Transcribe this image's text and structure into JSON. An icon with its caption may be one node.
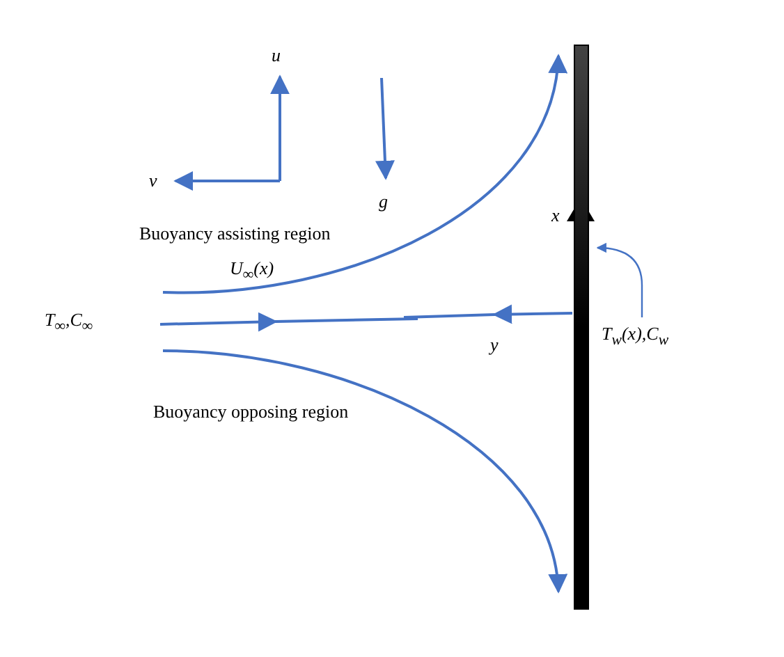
{
  "diagram": {
    "nodes": [
      {
        "text": [],
        "shape": "bar"
      },
      {
        "text": [
          "T$_{w}$(x),C$_{w}$"
        ]
      }
    ],
    "edges": [
      {
        "from": 1,
        "to": 0,
        "arrow": "to"
      }
    ],
    "labels": [
      "u",
      "v",
      "g",
      "Buoyancy assisting region",
      "U$_{∞}$(x)",
      "x",
      "T$_{∞}$,C$_{∞}$",
      "y",
      "Buoyancy opposing region"
    ]
  }
}
